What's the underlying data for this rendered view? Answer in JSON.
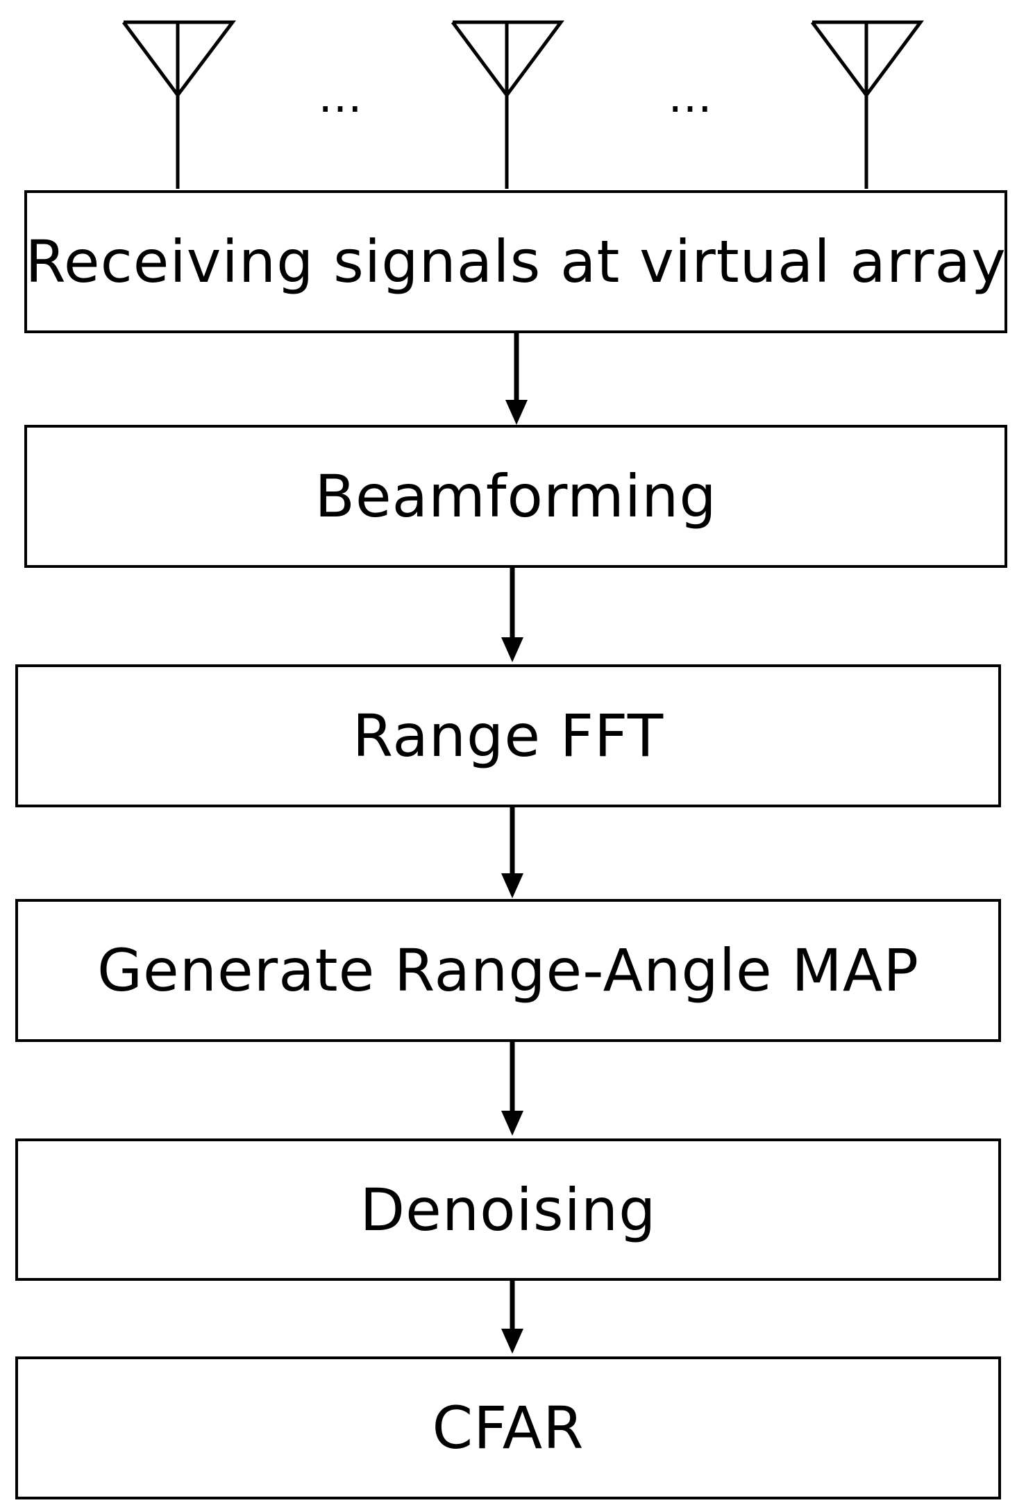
{
  "antennas": {
    "count_shown": 3,
    "ellipsis_left": "…",
    "ellipsis_right": "…"
  },
  "steps": [
    {
      "label": "Receiving signals at virtual array"
    },
    {
      "label": "Beamforming"
    },
    {
      "label": "Range FFT"
    },
    {
      "label": "Generate Range-Angle MAP"
    },
    {
      "label": "Denoising"
    },
    {
      "label": "CFAR"
    }
  ],
  "colors": {
    "stroke": "#000000",
    "background": "#ffffff"
  }
}
